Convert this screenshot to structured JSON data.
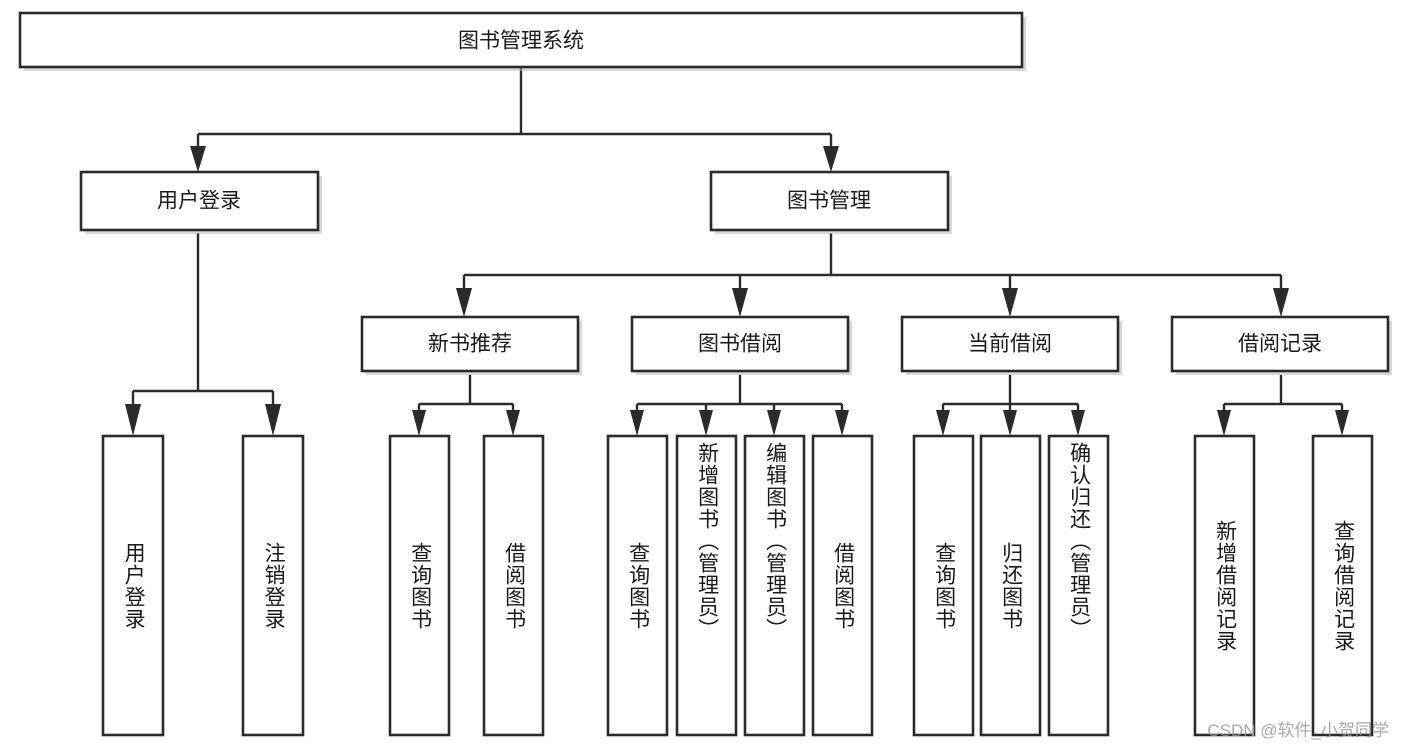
{
  "diagram": {
    "type": "tree",
    "orientation": "top-down",
    "root_label": "图书管理系统",
    "levels": 4,
    "colors": {
      "box_stroke": "#2b2b2b",
      "box_fill": "#ffffff",
      "edge": "#2b2b2b",
      "background": "#ffffff",
      "watermark": "#9a9a9a"
    }
  },
  "nodes": {
    "root": {
      "label": "图书管理系统",
      "level": 1
    },
    "level2": [
      {
        "id": "user-login",
        "label": "用户登录"
      },
      {
        "id": "book-manage",
        "label": "图书管理"
      }
    ],
    "level3": [
      {
        "id": "new-book-rec",
        "label": "新书推荐",
        "parent": "book-manage"
      },
      {
        "id": "book-borrow",
        "label": "图书借阅",
        "parent": "book-manage"
      },
      {
        "id": "current-borrow",
        "label": "当前借阅",
        "parent": "book-manage"
      },
      {
        "id": "borrow-record",
        "label": "借阅记录",
        "parent": "book-manage"
      }
    ],
    "leaves": {
      "user-login": [
        {
          "id": "leaf-user-login",
          "label": "用户登录"
        },
        {
          "id": "leaf-user-logout",
          "label": "注销登录"
        }
      ],
      "new-book-rec": [
        {
          "id": "leaf-query-book-1",
          "label": "查询图书"
        },
        {
          "id": "leaf-borrow-book-1",
          "label": "借阅图书"
        }
      ],
      "book-borrow": [
        {
          "id": "leaf-query-book-2",
          "label": "查询图书"
        },
        {
          "id": "leaf-add-book",
          "label": "新增图书（管理员）"
        },
        {
          "id": "leaf-edit-book",
          "label": "编辑图书（管理员）"
        },
        {
          "id": "leaf-borrow-book-2",
          "label": "借阅图书"
        }
      ],
      "current-borrow": [
        {
          "id": "leaf-query-book-3",
          "label": "查询图书"
        },
        {
          "id": "leaf-return-book",
          "label": "归还图书"
        },
        {
          "id": "leaf-confirm-return",
          "label": "确认归还（管理员）"
        }
      ],
      "borrow-record": [
        {
          "id": "leaf-add-record",
          "label": "新增借阅记录"
        },
        {
          "id": "leaf-query-record",
          "label": "查询借阅记录"
        }
      ]
    }
  },
  "watermark": {
    "text": "CSDN @软件_小贺同学"
  }
}
